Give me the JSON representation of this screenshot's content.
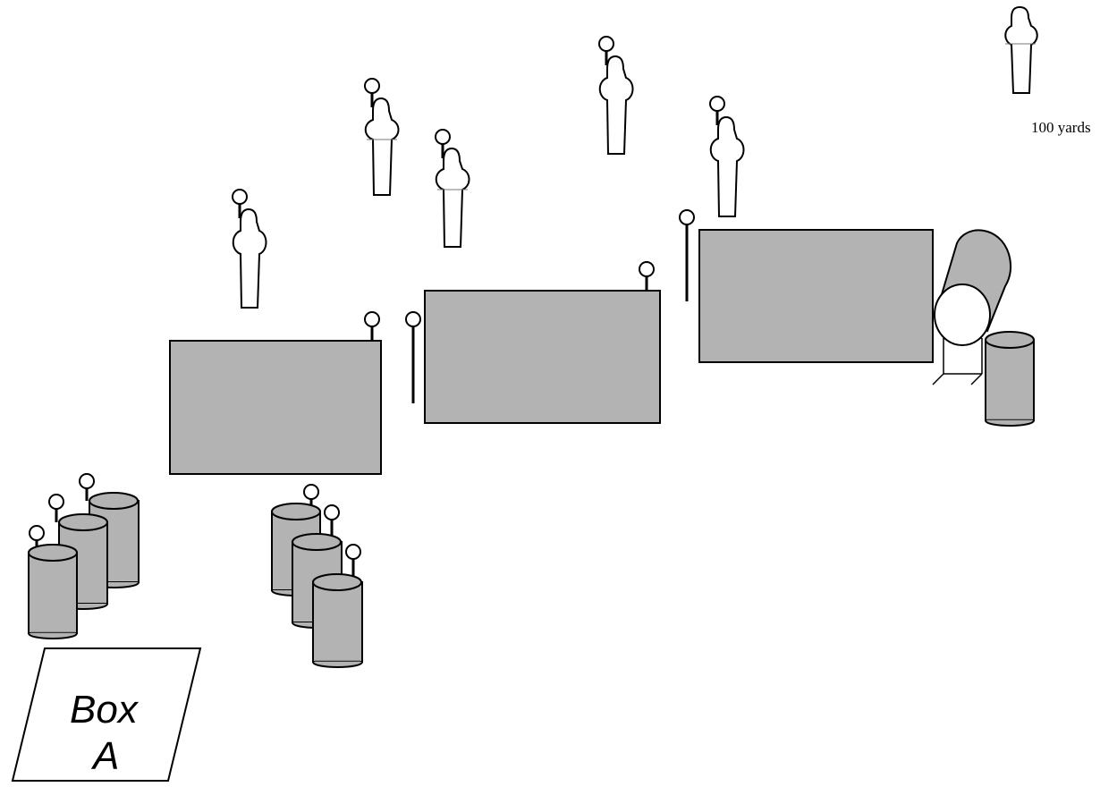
{
  "labels": {
    "distance": "100 yards",
    "box_line1": "Box",
    "box_line2": "A"
  },
  "colors": {
    "barricade_fill": "#b3b3b3",
    "background": "#ffffff",
    "outline": "#000000"
  }
}
